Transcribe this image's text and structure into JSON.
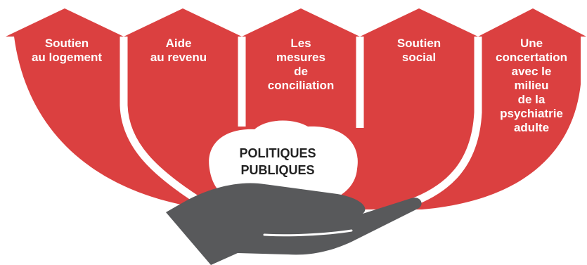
{
  "colors": {
    "arrow_red": "#db4040",
    "hand_gray": "#58595b",
    "text_white": "#ffffff",
    "text_dark": "#222222"
  },
  "arrows": [
    {
      "lines": [
        "Soutien",
        "au logement"
      ]
    },
    {
      "lines": [
        "Aide",
        "au revenu"
      ]
    },
    {
      "lines": [
        "Les",
        "mesures",
        "de",
        "conciliation"
      ]
    },
    {
      "lines": [
        "Soutien",
        "social"
      ]
    },
    {
      "lines": [
        "Une",
        "concertation",
        "avec le",
        "milieu",
        "de la",
        "psychiatrie",
        "adulte"
      ]
    }
  ],
  "center": {
    "line1": "POLITIQUES",
    "line2": "PUBLIQUES"
  },
  "icons": {
    "hand": "open-hand-icon"
  }
}
